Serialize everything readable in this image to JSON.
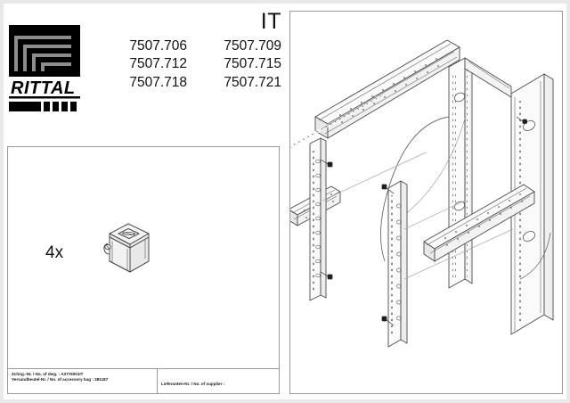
{
  "document": {
    "heading": "IT",
    "sheet_type": "assembly-instruction"
  },
  "brand": {
    "name": "RITTAL",
    "logo_icon": "rittal-logo-icon"
  },
  "part_numbers": [
    [
      "7507.706",
      "7507.709"
    ],
    [
      "7507.712",
      "7507.715"
    ],
    [
      "7507.718",
      "7507.721"
    ]
  ],
  "parts_panel": {
    "quantity_label": "4x",
    "part_icon": "cage-nut-icon"
  },
  "title_block": {
    "drawing_line": "Zchng.-Nr. / No. of dwg. : A3776001IT",
    "bag_line": "Versandbeutel-Nr. / No. of accessory bag : 381187",
    "supplier_line": "Lieferanten-Nr. / No. of supplier :"
  },
  "drawing": {
    "caption": "rack-mounting-isometric-illustration"
  }
}
